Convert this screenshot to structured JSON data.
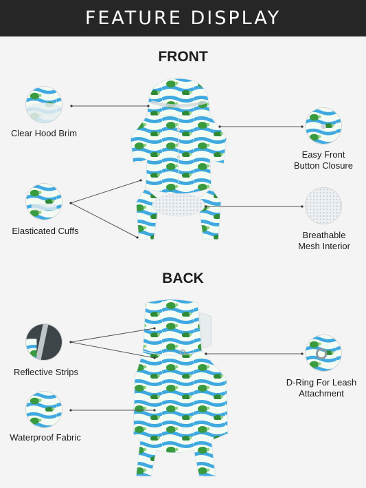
{
  "header": {
    "title": "FEATURE DISPLAY"
  },
  "sections": {
    "front": "FRONT",
    "back": "BACK"
  },
  "features": {
    "clear_hood_brim": "Clear Hood Brim",
    "easy_front_button_closure": {
      "line1": "Easy Front",
      "line2": "Button Closure"
    },
    "elasticated_cuffs": "Elasticated Cuffs",
    "breathable_mesh_interior": {
      "line1": "Breathable",
      "line2": "Mesh Interior"
    },
    "reflective_strips": "Reflective Strips",
    "d_ring_for_leash_attachment": {
      "line1": "D-Ring For Leash",
      "line2": "Attachment"
    },
    "waterproof_fabric": "Waterproof Fabric"
  },
  "colors": {
    "header_bg": "#262626",
    "stripe_blue": "#3fa9e0",
    "turtle_green": "#3a9a3e",
    "background": "#f4f4f4"
  },
  "icons": [
    "hood-brim-thumbnail",
    "button-closure-thumbnail",
    "cuff-thumbnail",
    "mesh-thumbnail",
    "reflective-strip-thumbnail",
    "d-ring-thumbnail",
    "fabric-thumbnail"
  ]
}
